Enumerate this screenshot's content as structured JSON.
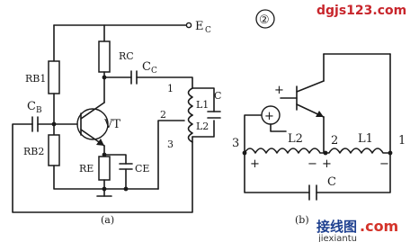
{
  "watermark_top": "dgjs123.com",
  "watermark_bottom": {
    "cn": "接线图",
    "com": ".com",
    "url": "jiexiantu"
  },
  "figure_a": {
    "caption": "(a)",
    "supply": "E",
    "supply_sub": "C",
    "rb1": "RB1",
    "rb2": "RB2",
    "rc": "RC",
    "re": "RE",
    "ce": "CE",
    "cb": "C",
    "cb_sub": "B",
    "cc": "C",
    "cc_sub": "C",
    "c": "C",
    "transistor": "VT",
    "l1": "L1",
    "l2": "L2",
    "tap1": "1",
    "tap2": "2",
    "tap3": "3"
  },
  "figure_b": {
    "number": "②",
    "caption": "(b)",
    "l1": "L1",
    "l2": "L2",
    "c": "C",
    "node1": "1",
    "node2": "2",
    "node3": "3",
    "plus": "+",
    "minus": "−"
  }
}
